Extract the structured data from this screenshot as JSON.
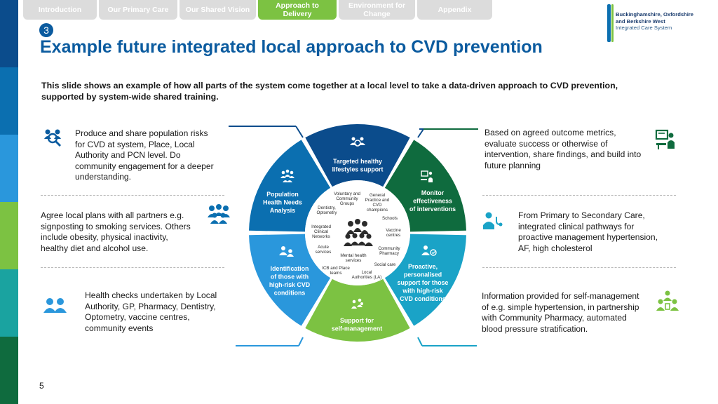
{
  "tabs": [
    {
      "label": "Introduction",
      "active": false
    },
    {
      "label": "Our Primary Care",
      "active": false
    },
    {
      "label": "Our Shared Vision",
      "active": false
    },
    {
      "label": "Approach to Delivery",
      "active": true
    },
    {
      "label": "Environment for Change",
      "active": false
    },
    {
      "label": "Appendix",
      "active": false
    }
  ],
  "logo": {
    "line1": "Buckinghamshire, Oxfordshire",
    "line2": "and Berkshire West",
    "line3": "Integrated Care System"
  },
  "slide_number_badge": "3",
  "title": "Example future integrated local approach to CVD prevention",
  "subtitle": "This slide shows an example of how all parts of the system come together at a local level to take a data-driven approach to CVD prevention, supported by system-wide shared training.",
  "left_blocks": {
    "top": "Produce and share population risks for CVD at system, Place, Local Authority and PCN level. Do community engagement for a deeper understanding.",
    "middle": "Agree local plans with all partners e.g. signposting  to smoking services. Others include obesity, physical inactivity, healthy diet and alcohol use.",
    "bottom": "Health checks undertaken by Local Authority, GP, Pharmacy, Dentistry, Optometry, vaccine centres, community events"
  },
  "right_blocks": {
    "top": "Based on agreed outcome metrics, evaluate success or otherwise of intervention, share findings, and build into future planning",
    "middle": "From Primary to Secondary Care, integrated clinical pathways for proactive management hypertension, AF, high cholesterol",
    "bottom": "Information provided for self-management of e.g. simple hypertension, in partnership with Community Pharmacy, automated blood pressure stratification."
  },
  "wheel": {
    "segments": [
      {
        "label_lines": [
          "Targeted healthy",
          "lifestyles support"
        ],
        "color": "#0b4c8c"
      },
      {
        "label_lines": [
          "Monitor",
          "effectiveness",
          "of interventions"
        ],
        "color": "#0f6b3e"
      },
      {
        "label_lines": [
          "Proactive,",
          "personalised",
          "support for those",
          "with high-risk",
          "CVD conditions"
        ],
        "color": "#1aa3c7"
      },
      {
        "label_lines": [
          "Support for",
          "self-management"
        ],
        "color": "#7cc242"
      },
      {
        "label_lines": [
          "Identification",
          "of those with",
          "high-risk CVD",
          "conditions"
        ],
        "color": "#2a97dc"
      },
      {
        "label_lines": [
          "Population",
          "Health Needs",
          "Analysis"
        ],
        "color": "#0b6fb0"
      }
    ],
    "partners": [
      {
        "lines": [
          "Voluntary and",
          "Community",
          "Groups"
        ]
      },
      {
        "lines": [
          "General",
          "Practice and",
          "CVD",
          "champions"
        ]
      },
      {
        "lines": [
          "Dentistry,",
          "Optometry"
        ]
      },
      {
        "lines": [
          "Schools"
        ]
      },
      {
        "lines": [
          "Integrated",
          "Clinical",
          "Networks"
        ]
      },
      {
        "lines": [
          "Vaccine",
          "centres"
        ]
      },
      {
        "lines": [
          "Acute",
          "services"
        ]
      },
      {
        "lines": [
          "Community",
          "Pharmacy"
        ]
      },
      {
        "lines": [
          "Mental health",
          "services"
        ]
      },
      {
        "lines": [
          "Social care"
        ]
      },
      {
        "lines": [
          "ICB and Place",
          "teams"
        ]
      },
      {
        "lines": [
          "Local",
          "Authorities (LA)"
        ]
      }
    ]
  },
  "icons": {
    "left_top": "population-search-icon",
    "left_middle": "group-meeting-icon",
    "left_bottom": "people-icon",
    "right_top": "presenter-monitor-icon",
    "right_middle": "doctor-patient-icon",
    "right_bottom": "self-care-group-icon"
  },
  "colors": {
    "title": "#0b5b9f",
    "active_tab": "#7cc242",
    "inactive_tab": "#dcdcdc"
  },
  "page_number": "5"
}
